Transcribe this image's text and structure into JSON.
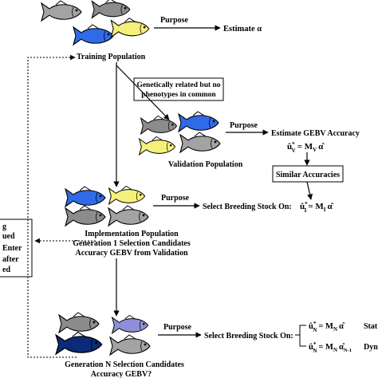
{
  "diagram": {
    "training": {
      "purpose": "Purpose",
      "estimate": "Estimate α",
      "label": "Training Population"
    },
    "related_box": {
      "line1": "Genetically related but no",
      "line2": "phenotypes in common"
    },
    "validation": {
      "purpose": "Purpose",
      "estimate": "Estimate GEBV Accuracy",
      "formula": {
        "lhs": "û",
        "lhs_sup": "*",
        "lhs_sub": "V",
        "eq": "= M",
        "m_sub": "V",
        "rhs": "α̂"
      },
      "label": "Validation Population"
    },
    "similar_box": "Similar Accuracies",
    "implementation": {
      "purpose": "Purpose",
      "select": "Select Breeding Stock On:",
      "formula": {
        "lhs": "û",
        "lhs_sup": "*",
        "lhs_sub": "I",
        "eq": "= M",
        "m_sub": "I",
        "rhs": "α̂"
      },
      "label1": "Implementation Population",
      "label2": "Generation 1 Selection Candidates",
      "label3": "Accuracy GEBV from Validation"
    },
    "left_box": {
      "line1": "g",
      "line2": "ued",
      "line3": "Enter",
      "line4": "after",
      "line5": "ed"
    },
    "generation_n": {
      "purpose": "Purpose",
      "select": "Select Breeding Stock On:",
      "formula1": {
        "lhs": "û",
        "lhs_sup": "*",
        "lhs_sub": "N",
        "eq": "= M",
        "m_sub": "N",
        "rhs": "α̂",
        "note": "Stat"
      },
      "formula2": {
        "lhs": "û",
        "lhs_sup": "*",
        "lhs_sub": "N",
        "eq": "= M",
        "m_sub": "N",
        "rhs": "α̂",
        "rhs_sub": "N-1",
        "note": "Dyn"
      },
      "label1": "Generation N Selection Candidates",
      "label2": "Accuracy GEBV?"
    },
    "colors": {
      "gray": "#a3a3a3",
      "dark_gray": "#8c8c8c",
      "blue": "#2f6be8",
      "yellow": "#f5f07a",
      "navy": "#0c2a78",
      "lavender": "#8f8fd8"
    }
  }
}
